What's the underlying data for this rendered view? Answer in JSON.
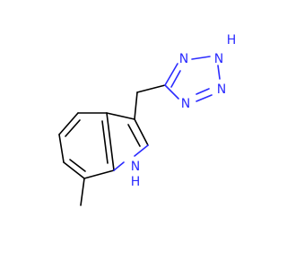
{
  "molecule": {
    "atom_labels": {
      "tetrazole_n1": "N",
      "tetrazole_nh": "N",
      "tetrazole_nh_h": "H",
      "tetrazole_n3": "N",
      "tetrazole_n4": "N",
      "indole_n": "N",
      "indole_nh_h": "H"
    },
    "colors": {
      "bond": "#000000",
      "heteroatom": "#2b2bff",
      "background": "#ffffff"
    }
  }
}
